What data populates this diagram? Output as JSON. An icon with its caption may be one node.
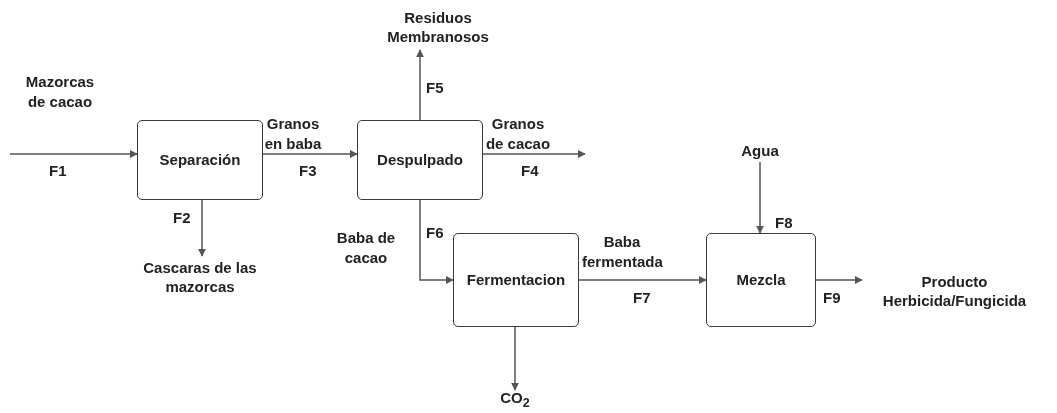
{
  "diagram": {
    "nodes": [
      {
        "text": [
          "Separación"
        ]
      },
      {
        "text": [
          "Despulpado"
        ]
      },
      {
        "text": [
          "Fermentacion"
        ]
      },
      {
        "text": [
          "Mezcla"
        ]
      },
      {
        "text": [
          "Cascaras de las mazorcas"
        ]
      },
      {
        "text": [
          "Residuos Membranosos"
        ]
      },
      {
        "text": [
          "CO$_{2}$"
        ]
      },
      {
        "text": [
          "Agua"
        ]
      },
      {
        "text": [
          "Producto Herbicida/Fungicida"
        ]
      }
    ],
    "edges": [
      {
        "from": null,
        "to": 0,
        "arrow": "to",
        "label": "F1"
      },
      {
        "from": 0,
        "to": 4,
        "arrow": "to",
        "label": "F2"
      },
      {
        "from": 0,
        "to": 1,
        "arrow": "to",
        "label": "F3"
      },
      {
        "from": 1,
        "to": 5,
        "arrow": "to",
        "label": "F5"
      },
      {
        "from": 1,
        "to": null,
        "arrow": "to",
        "label": "F4"
      },
      {
        "from": 1,
        "to": 2,
        "arrow": "to",
        "label": "F6"
      },
      {
        "from": 2,
        "to": 6,
        "arrow": "to"
      },
      {
        "from": 2,
        "to": 3,
        "arrow": "to",
        "label": "F7"
      },
      {
        "from": 7,
        "to": 3,
        "arrow": "to",
        "label": "F8"
      },
      {
        "from": 3,
        "to": 8,
        "arrow": "to",
        "label": "F9"
      }
    ],
    "labels": [
      "Mazorcas de cacao",
      "Granos en baba",
      "Granos de cacao",
      "Baba de cacao",
      "Baba fermentada"
    ]
  }
}
